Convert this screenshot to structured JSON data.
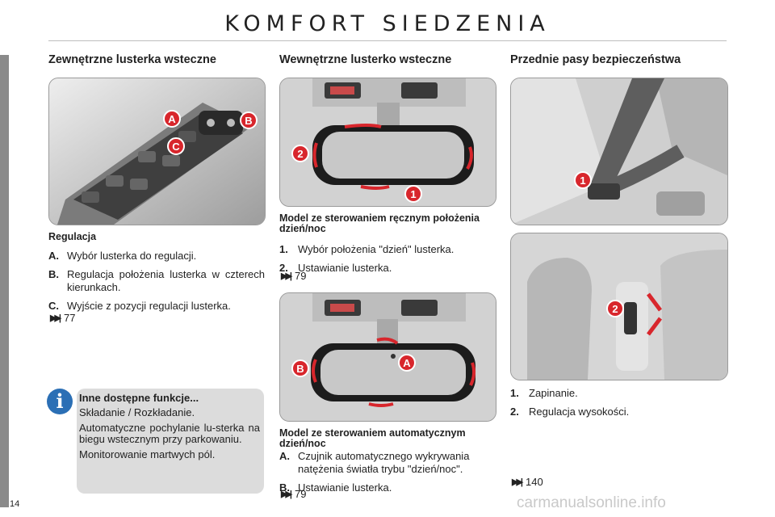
{
  "title": "KOMFORT SIEDZENIA",
  "page_number": "14",
  "watermark": "carmanualsonline.info",
  "col1": {
    "heading": "Zewnętrzne lusterka wsteczne",
    "photo_labels": [
      "A",
      "B",
      "C"
    ],
    "subheading": "Regulacja",
    "items": [
      {
        "key": "A.",
        "text": "Wybór lusterka do regulacji."
      },
      {
        "key": "B.",
        "text": "Regulacja położenia lusterka w czterech kierunkach."
      },
      {
        "key": "C.",
        "text": "Wyjście z pozycji regulacji lusterka."
      }
    ],
    "ref": "77"
  },
  "info": {
    "icon": "i",
    "heading": "Inne dostępne funkcje...",
    "lines": [
      "Składanie / Rozkładanie.",
      "Automatyczne pochylanie lu-sterka na biegu wstecznym przy parkowaniu.",
      "Monitorowanie martwych pól."
    ]
  },
  "col2": {
    "heading": "Wewnętrzne lusterko wsteczne",
    "photo1_labels": [
      "2",
      "1"
    ],
    "manual": {
      "subheading": "Model ze sterowaniem ręcznym położenia dzień/noc",
      "items": [
        {
          "key": "1.",
          "text": "Wybór położenia \"dzień\" lusterka."
        },
        {
          "key": "2.",
          "text": "Ustawianie lusterka."
        }
      ],
      "ref": "79"
    },
    "photo2_labels": [
      "B",
      "A"
    ],
    "auto": {
      "subheading": "Model ze sterowaniem automatycznym dzień/noc",
      "items": [
        {
          "key": "A.",
          "text": "Czujnik automatycznego wykrywania natężenia światła trybu \"dzień/noc\"."
        },
        {
          "key": "B.",
          "text": "Ustawianie lusterka."
        }
      ],
      "ref": "79"
    }
  },
  "col3": {
    "heading": "Przednie pasy bezpieczeństwa",
    "photo1_labels": [
      "1"
    ],
    "photo2_labels": [
      "2"
    ],
    "items": [
      {
        "key": "1.",
        "text": "Zapinanie."
      },
      {
        "key": "2.",
        "text": "Regulacja wysokości."
      }
    ],
    "ref": "140"
  },
  "ref_arrow": "▶▶|",
  "colors": {
    "callout": "#d8262c",
    "info_blue": "#2b6fb5",
    "box_gray": "#dcdcdc",
    "sidebar": "#8a8a8a"
  }
}
